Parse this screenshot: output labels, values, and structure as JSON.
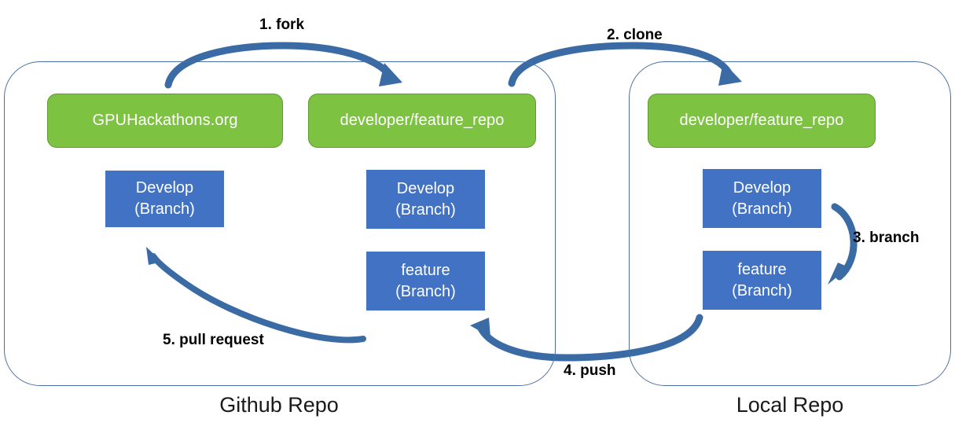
{
  "diagram": {
    "title": "Git fork / clone / branch / push / pull-request workflow",
    "colors": {
      "repo_fill": "#7ec242",
      "repo_border": "#5f9a33",
      "branch_fill": "#4272c4",
      "arrow": "#3a6ba5",
      "container_border": "#4a6fa5",
      "label_text": "#000000",
      "node_text": "#ffffff"
    },
    "containers": [
      {
        "id": "github",
        "caption": "Github Repo"
      },
      {
        "id": "local",
        "caption": "Local Repo"
      }
    ],
    "nodes": {
      "github_upstream_repo": "GPUHackathons.org",
      "github_fork_repo": "developer/feature_repo",
      "local_repo": "developer/feature_repo",
      "github_upstream_develop": {
        "line1": "Develop",
        "line2": "(Branch)"
      },
      "github_fork_develop": {
        "line1": "Develop",
        "line2": "(Branch)"
      },
      "github_fork_feature": {
        "line1": "feature",
        "line2": "(Branch)"
      },
      "local_develop": {
        "line1": "Develop",
        "line2": "(Branch)"
      },
      "local_feature": {
        "line1": "feature",
        "line2": "(Branch)"
      }
    },
    "steps": [
      {
        "id": "fork",
        "label": "1. fork"
      },
      {
        "id": "clone",
        "label": "2. clone"
      },
      {
        "id": "branch",
        "label": "3. branch"
      },
      {
        "id": "push",
        "label": "4. push"
      },
      {
        "id": "pull_request",
        "label": "5. pull request"
      }
    ]
  }
}
